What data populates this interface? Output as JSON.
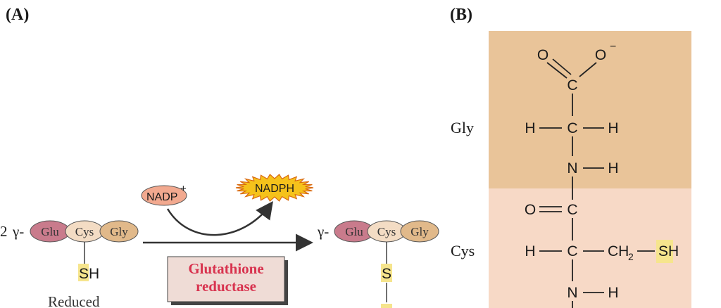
{
  "panelA": {
    "label": "(A)",
    "coefficient": "2",
    "gamma_prefix": "γ-",
    "residues": [
      "Glu",
      "Cys",
      "Gly"
    ],
    "sh_label": "SH",
    "sh_s": "S",
    "sh_h": "H",
    "reduced_label": "Reduced",
    "nadp": "NADP",
    "nadp_sup": "+",
    "nadph": "NADPH",
    "enzyme_line1": "Glutathione",
    "enzyme_line2": "reductase",
    "product_s": "S",
    "colors": {
      "glu": "#c97b8c",
      "cys": "#f3dcc4",
      "gly": "#e1b98a",
      "sh_highlight": "#f6e58d",
      "nadp": "#f2a98f",
      "nadph": "#f5c21b",
      "enzyme_box": "#efdcd6",
      "enzyme_text": "#d8334f"
    }
  },
  "panelB": {
    "label": "(B)",
    "gly_label": "Gly",
    "cys_label": "Cys",
    "colors": {
      "gly_bg": "#e9c499",
      "cys_bg": "#f7d9c6",
      "sh_highlight": "#f6e58d"
    },
    "atoms": {
      "o1": "O",
      "o2": "O",
      "o2_charge": "−",
      "c_carboxyl": "C",
      "h_left_gly": "H",
      "c_alpha_gly": "C",
      "h_right_gly": "H",
      "n_gly": "N",
      "h_n_gly": "H",
      "o_carbonyl": "O",
      "c_carbonyl": "C",
      "h_left_cys": "H",
      "c_alpha_cys": "C",
      "ch2": "CH",
      "ch2_sub": "2",
      "sh": "SH",
      "n_cys": "N",
      "h_n_cys": "H"
    }
  }
}
